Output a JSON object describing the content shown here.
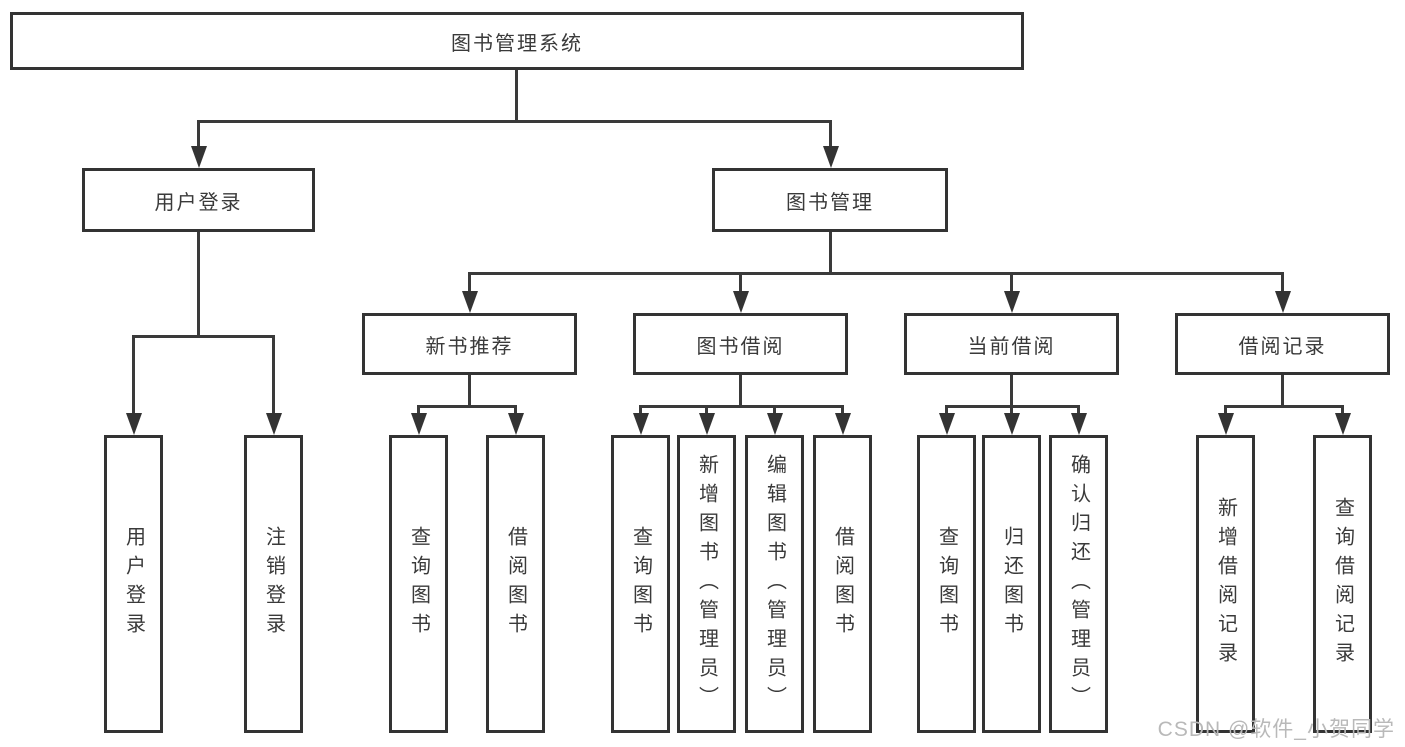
{
  "diagram": {
    "root": {
      "label": "图书管理系统"
    },
    "level2": [
      {
        "label": "用户登录"
      },
      {
        "label": "图书管理"
      }
    ],
    "level3": [
      {
        "label": "新书推荐"
      },
      {
        "label": "图书借阅"
      },
      {
        "label": "当前借阅"
      },
      {
        "label": "借阅记录"
      }
    ],
    "leaves": {
      "login": [
        "用户登录",
        "注销登录"
      ],
      "new_book": [
        "查询图书",
        "借阅图书"
      ],
      "borrow": [
        "查询图书",
        "新增图书（管理员）",
        "编辑图书（管理员）",
        "借阅图书"
      ],
      "current": [
        "查询图书",
        "归还图书",
        "确认归还（管理员）"
      ],
      "records": [
        "新增借阅记录",
        "查询借阅记录"
      ]
    }
  },
  "watermark": "CSDN @软件_小贺同学",
  "colors": {
    "line": "#3a3a3a",
    "box_border": "#333333",
    "text": "#3a3a3a",
    "watermark": "#b9b9b9",
    "background": "#ffffff"
  }
}
